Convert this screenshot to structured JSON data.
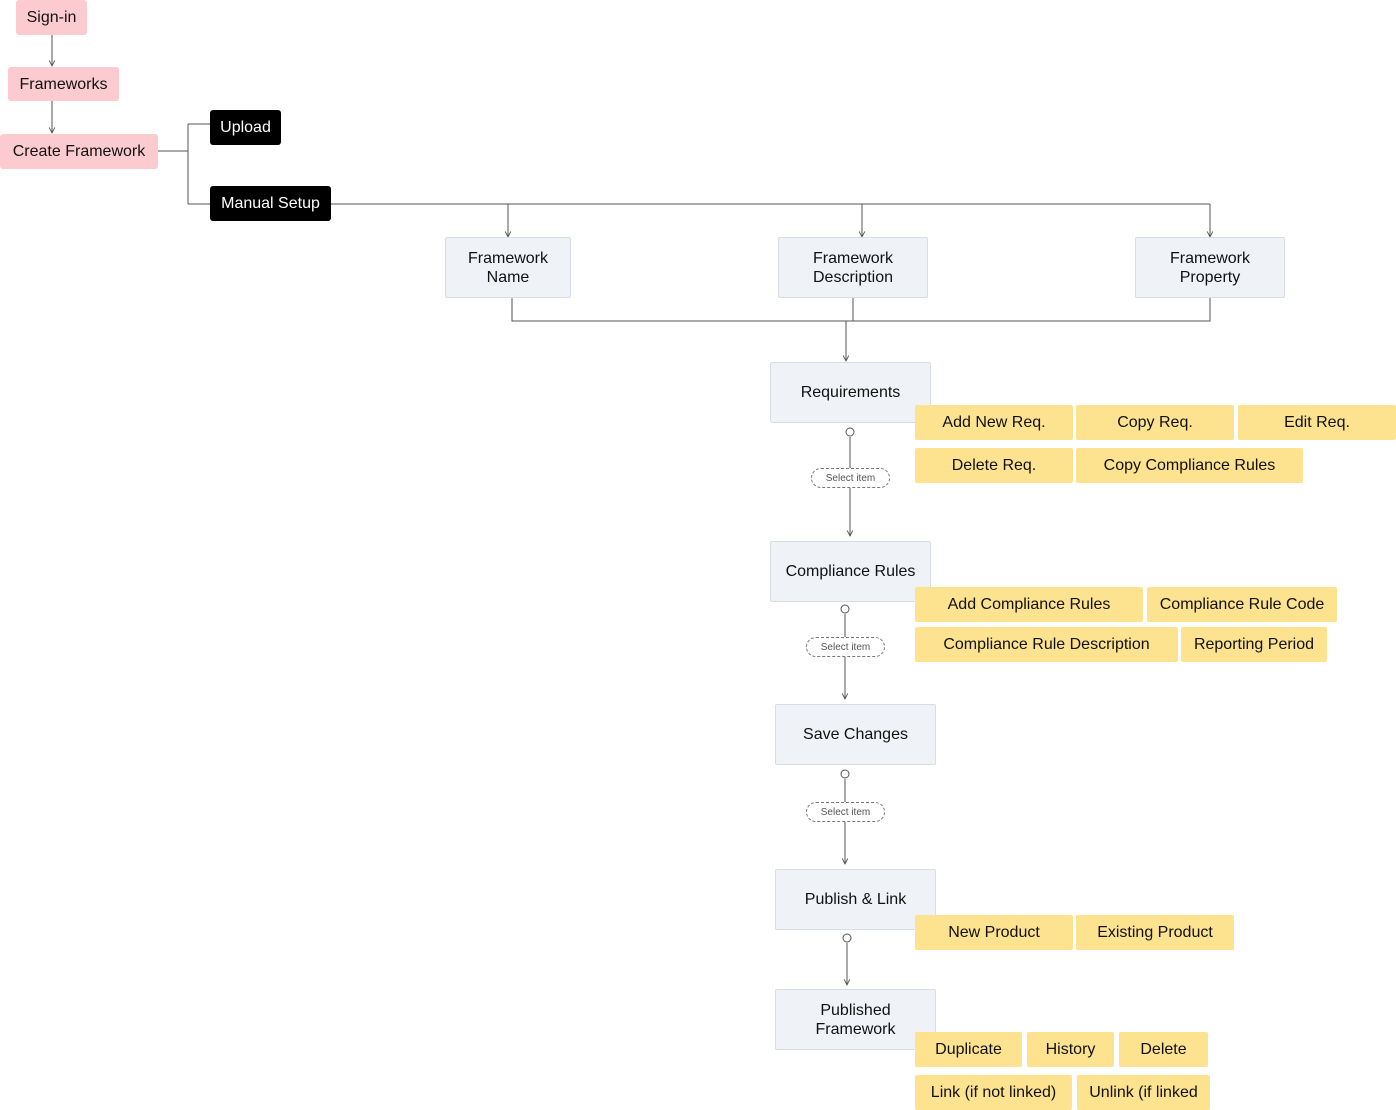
{
  "flow": {
    "signin": "Sign-in",
    "frameworks": "Frameworks",
    "create_framework": "Create Framework",
    "upload": "Upload",
    "manual_setup": "Manual Setup",
    "framework_name": "Framework\nName",
    "framework_description": "Framework\nDescription",
    "framework_property": "Framework\nProperty",
    "requirements": "Requirements",
    "compliance_rules": "Compliance Rules",
    "save_changes": "Save Changes",
    "publish_link": "Publish & Link",
    "published_framework": "Published\nFramework",
    "select_item": "Select item"
  },
  "requirement_actions": [
    "Add New Req.",
    "Copy Req.",
    "Edit Req.",
    "Delete Req.",
    "Copy Compliance Rules"
  ],
  "compliance_actions": [
    "Add Compliance Rules",
    "Compliance Rule Code",
    "Compliance Rule Description",
    "Reporting Period"
  ],
  "publish_actions": [
    "New Product",
    "Existing Product"
  ],
  "published_actions": [
    "Duplicate",
    "History",
    "Delete",
    "Link (if not linked)",
    "Unlink (if linked"
  ],
  "colors": {
    "entry": "#fccbcf",
    "choice": "#000000",
    "step": "#eff2f6",
    "action": "#fde28f",
    "connector": "#555555"
  }
}
